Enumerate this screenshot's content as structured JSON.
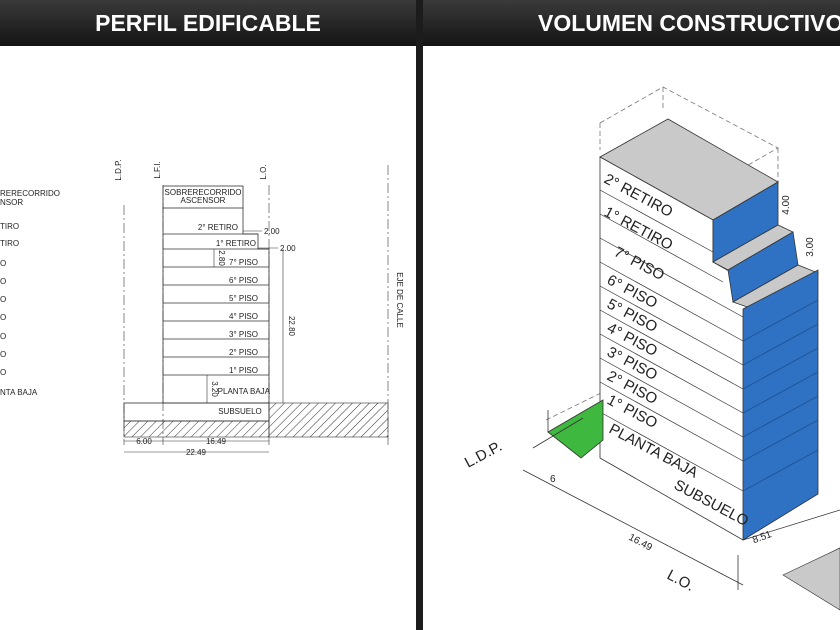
{
  "left": {
    "title": "PERFIL EDIFICABLE",
    "side_labels": [
      "RERECORRIDO",
      "NSOR",
      "TIRO",
      "TIRO",
      "O",
      "O",
      "O",
      "O",
      "O",
      "O",
      "O",
      "NTA BAJA"
    ],
    "col_ldp": "L.D.P.",
    "col_lfi": "L.F.I.",
    "col_lo": "L.O.",
    "eje": "EJE DE CALLE",
    "sobre1": "SOBRERECORRIDO",
    "sobre2": "ASCENSOR",
    "floors": [
      "2° RETIRO",
      "1° RETIRO",
      "7° PISO",
      "6° PISO",
      "5° PISO",
      "4° PISO",
      "3° PISO",
      "2° PISO",
      "1° PISO",
      "PLANTA BAJA"
    ],
    "subsuelo": "SUBSUELO",
    "dims": {
      "r2": "2.00",
      "r1": "2.00",
      "h_piso": "2.80",
      "h_total": "22.80",
      "h_pb": "3.20",
      "w1": "6.00",
      "w2": "16.49",
      "w3": "22.49"
    }
  },
  "right": {
    "title": "VOLUMEN CONSTRUCTIVO",
    "floors": [
      "2° RETIRO",
      "1° RETIRO",
      "7° PISO",
      "6° PISO",
      "5° PISO",
      "4° PISO",
      "3° PISO",
      "2° PISO",
      "1° PISO",
      "PLANTA BAJA"
    ],
    "subsuelo": "SUBSUELO",
    "ldp": "L.D.P.",
    "lo": "L.O.",
    "dims": {
      "top": "4.00",
      "mid": "3.00",
      "front": "6",
      "depth": "16.49",
      "side": "8.51"
    },
    "colors": {
      "blue": "#2f72c4",
      "green": "#3fb83f",
      "gray": "#c9c9c9"
    }
  }
}
